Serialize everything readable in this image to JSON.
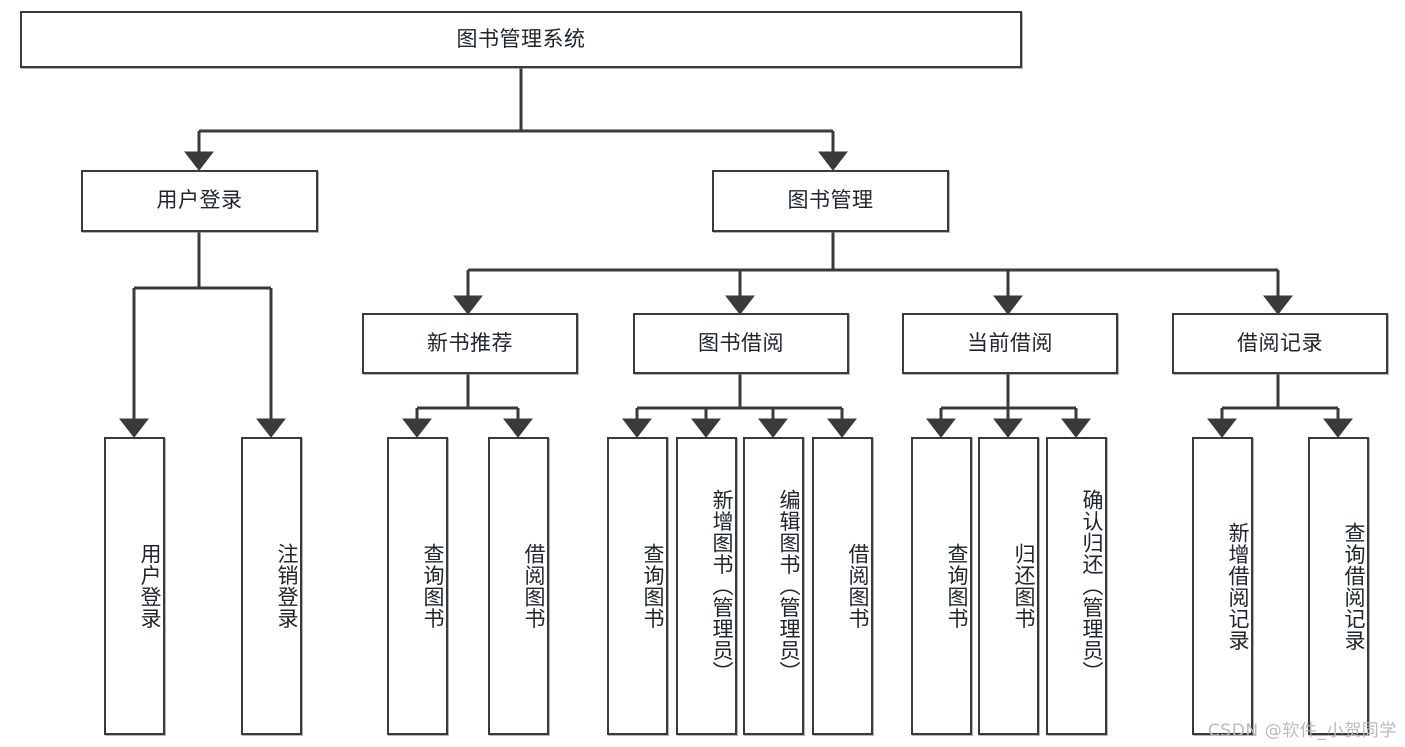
{
  "diagram": {
    "type": "tree-hierarchy",
    "title": "图书管理系统",
    "root": {
      "label": "图书管理系统"
    },
    "level2": [
      {
        "label": "用户登录"
      },
      {
        "label": "图书管理"
      }
    ],
    "level3": [
      {
        "label": "新书推荐"
      },
      {
        "label": "图书借阅"
      },
      {
        "label": "当前借阅"
      },
      {
        "label": "借阅记录"
      }
    ],
    "leaves": {
      "user_login": [
        {
          "label": "用户登录"
        },
        {
          "label": "注销登录"
        }
      ],
      "new_book_recommend": [
        {
          "label": "查询图书"
        },
        {
          "label": "借阅图书"
        }
      ],
      "book_borrow": [
        {
          "label": "查询图书"
        },
        {
          "label": "新增图书（管理员）"
        },
        {
          "label": "编辑图书（管理员）"
        },
        {
          "label": "借阅图书"
        }
      ],
      "current_borrow": [
        {
          "label": "查询图书"
        },
        {
          "label": "归还图书"
        },
        {
          "label": "确认归还（管理员）"
        }
      ],
      "borrow_record": [
        {
          "label": "新增借阅记录"
        },
        {
          "label": "查询借阅记录"
        }
      ]
    }
  },
  "watermark": {
    "text": "CSDN @软件_小贺同学"
  },
  "colors": {
    "box_border": "#3a3a3a",
    "box_fill": "#ffffff",
    "line": "#3a3a3a",
    "text": "#20262e",
    "watermark": "#b9bcc0"
  }
}
